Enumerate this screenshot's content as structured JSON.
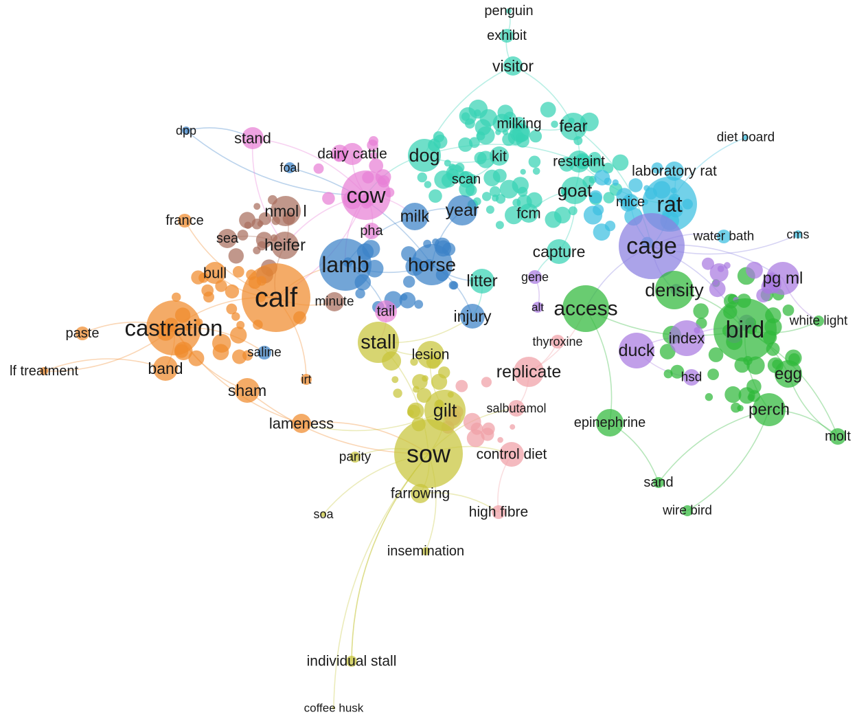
{
  "clusters": {
    "orange": "#f08a2c",
    "brown": "#a96f5e",
    "blue": "#3b82c8",
    "pink": "#e77fd6",
    "teal": "#37d2b4",
    "cyan": "#3bbfe0",
    "yellow": "#c7c53a",
    "green": "#2fb83a",
    "purple": "#a97ae0",
    "salmon": "#f0a0a6",
    "violet": "#8a80e0"
  },
  "terms": [
    {
      "id": "penguin",
      "label": "penguin",
      "cluster": "teal",
      "weight": 1
    },
    {
      "id": "exhibit",
      "label": "exhibit",
      "cluster": "teal",
      "weight": 1
    },
    {
      "id": "visitor",
      "label": "visitor",
      "cluster": "teal",
      "weight": 2
    },
    {
      "id": "dpp",
      "label": "dpp",
      "cluster": "blue",
      "weight": 1
    },
    {
      "id": "stand",
      "label": "stand",
      "cluster": "pink",
      "weight": 2
    },
    {
      "id": "milking",
      "label": "milking",
      "cluster": "teal",
      "weight": 2
    },
    {
      "id": "fear",
      "label": "fear",
      "cluster": "teal",
      "weight": 3
    },
    {
      "id": "diet-board",
      "label": "diet board",
      "cluster": "cyan",
      "weight": 1
    },
    {
      "id": "dairy-cattle",
      "label": "dairy cattle",
      "cluster": "pink",
      "weight": 2
    },
    {
      "id": "dog",
      "label": "dog",
      "cluster": "teal",
      "weight": 4
    },
    {
      "id": "kit",
      "label": "kit",
      "cluster": "teal",
      "weight": 2
    },
    {
      "id": "restraint",
      "label": "restraint",
      "cluster": "teal",
      "weight": 2
    },
    {
      "id": "foal",
      "label": "foal",
      "cluster": "blue",
      "weight": 1
    },
    {
      "id": "laboratory-rat",
      "label": "laboratory rat",
      "cluster": "cyan",
      "weight": 2
    },
    {
      "id": "scan",
      "label": "scan",
      "cluster": "teal",
      "weight": 2
    },
    {
      "id": "cow",
      "label": "cow",
      "cluster": "pink",
      "weight": 6
    },
    {
      "id": "goat",
      "label": "goat",
      "cluster": "teal",
      "weight": 3
    },
    {
      "id": "mice",
      "label": "mice",
      "cluster": "cyan",
      "weight": 2
    },
    {
      "id": "rat",
      "label": "rat",
      "cluster": "cyan",
      "weight": 5
    },
    {
      "id": "nmol-l",
      "label": "nmol l",
      "cluster": "brown",
      "weight": 3
    },
    {
      "id": "france",
      "label": "france",
      "cluster": "orange",
      "weight": 1
    },
    {
      "id": "year",
      "label": "year",
      "cluster": "blue",
      "weight": 3
    },
    {
      "id": "milk",
      "label": "milk",
      "cluster": "blue",
      "weight": 3
    },
    {
      "id": "fcm",
      "label": "fcm",
      "cluster": "teal",
      "weight": 2
    },
    {
      "id": "pha",
      "label": "pha",
      "cluster": "pink",
      "weight": 1
    },
    {
      "id": "sea",
      "label": "sea",
      "cluster": "brown",
      "weight": 1
    },
    {
      "id": "water-bath",
      "label": "water bath",
      "cluster": "cyan",
      "weight": 1
    },
    {
      "id": "cms",
      "label": "cms",
      "cluster": "cyan",
      "weight": 1
    },
    {
      "id": "cage",
      "label": "cage",
      "cluster": "violet",
      "weight": 7
    },
    {
      "id": "heifer",
      "label": "heifer",
      "cluster": "brown",
      "weight": 3
    },
    {
      "id": "capture",
      "label": "capture",
      "cluster": "teal",
      "weight": 2
    },
    {
      "id": "lamb",
      "label": "lamb",
      "cluster": "blue",
      "weight": 6
    },
    {
      "id": "horse",
      "label": "horse",
      "cluster": "blue",
      "weight": 4
    },
    {
      "id": "bull",
      "label": "bull",
      "cluster": "orange",
      "weight": 2
    },
    {
      "id": "gene",
      "label": "gene",
      "cluster": "purple",
      "weight": 1
    },
    {
      "id": "pg-ml",
      "label": "pg ml",
      "cluster": "purple",
      "weight": 2
    },
    {
      "id": "litter",
      "label": "litter",
      "cluster": "teal",
      "weight": 3
    },
    {
      "id": "density",
      "label": "density",
      "cluster": "green",
      "weight": 4
    },
    {
      "id": "calf",
      "label": "calf",
      "cluster": "orange",
      "weight": 8
    },
    {
      "id": "minute",
      "label": "minute",
      "cluster": "brown",
      "weight": 2
    },
    {
      "id": "alt",
      "label": "alt",
      "cluster": "purple",
      "weight": 1
    },
    {
      "id": "access",
      "label": "access",
      "cluster": "green",
      "weight": 5
    },
    {
      "id": "white-light",
      "label": "white light",
      "cluster": "green",
      "weight": 1
    },
    {
      "id": "tail",
      "label": "tail",
      "cluster": "pink",
      "weight": 2
    },
    {
      "id": "injury",
      "label": "injury",
      "cluster": "blue",
      "weight": 3
    },
    {
      "id": "bird",
      "label": "bird",
      "cluster": "green",
      "weight": 8
    },
    {
      "id": "castration",
      "label": "castration",
      "cluster": "orange",
      "weight": 6
    },
    {
      "id": "paste",
      "label": "paste",
      "cluster": "orange",
      "weight": 1
    },
    {
      "id": "index",
      "label": "index",
      "cluster": "purple",
      "weight": 3
    },
    {
      "id": "thyroxine",
      "label": "thyroxine",
      "cluster": "salmon",
      "weight": 1
    },
    {
      "id": "stall",
      "label": "stall",
      "cluster": "yellow",
      "weight": 5
    },
    {
      "id": "saline",
      "label": "saline",
      "cluster": "blue",
      "weight": 1
    },
    {
      "id": "duck",
      "label": "duck",
      "cluster": "purple",
      "weight": 3
    },
    {
      "id": "lesion",
      "label": "lesion",
      "cluster": "yellow",
      "weight": 2
    },
    {
      "id": "lf-treatment",
      "label": "lf treatment",
      "cluster": "orange",
      "weight": 1
    },
    {
      "id": "band",
      "label": "band",
      "cluster": "orange",
      "weight": 2
    },
    {
      "id": "replicate",
      "label": "replicate",
      "cluster": "salmon",
      "weight": 3
    },
    {
      "id": "hsd",
      "label": "hsd",
      "cluster": "purple",
      "weight": 1
    },
    {
      "id": "egg",
      "label": "egg",
      "cluster": "green",
      "weight": 3
    },
    {
      "id": "irt",
      "label": "irt",
      "cluster": "orange",
      "weight": 1
    },
    {
      "id": "sham",
      "label": "sham",
      "cluster": "orange",
      "weight": 2
    },
    {
      "id": "gilt",
      "label": "gilt",
      "cluster": "yellow",
      "weight": 4
    },
    {
      "id": "salbutamol",
      "label": "salbutamol",
      "cluster": "salmon",
      "weight": 1
    },
    {
      "id": "perch",
      "label": "perch",
      "cluster": "green",
      "weight": 3
    },
    {
      "id": "lameness",
      "label": "lameness",
      "cluster": "orange",
      "weight": 2
    },
    {
      "id": "epinephrine",
      "label": "epinephrine",
      "cluster": "green",
      "weight": 2
    },
    {
      "id": "molt",
      "label": "molt",
      "cluster": "green",
      "weight": 2
    },
    {
      "id": "sow",
      "label": "sow",
      "cluster": "yellow",
      "weight": 8
    },
    {
      "id": "parity",
      "label": "parity",
      "cluster": "yellow",
      "weight": 1
    },
    {
      "id": "control-diet",
      "label": "control diet",
      "cluster": "salmon",
      "weight": 2
    },
    {
      "id": "sand",
      "label": "sand",
      "cluster": "green",
      "weight": 1
    },
    {
      "id": "farrowing",
      "label": "farrowing",
      "cluster": "yellow",
      "weight": 2
    },
    {
      "id": "soa",
      "label": "soa",
      "cluster": "yellow",
      "weight": 1
    },
    {
      "id": "high-fibre",
      "label": "high fibre",
      "cluster": "salmon",
      "weight": 2
    },
    {
      "id": "wire-bird",
      "label": "wire bird",
      "cluster": "green",
      "weight": 1
    },
    {
      "id": "insemination",
      "label": "insemination",
      "cluster": "yellow",
      "weight": 1
    },
    {
      "id": "individual-stall",
      "label": "individual stall",
      "cluster": "yellow",
      "weight": 1
    },
    {
      "id": "coffee-husk",
      "label": "coffee husk",
      "cluster": "yellow",
      "weight": 1
    }
  ],
  "links": [
    [
      "penguin",
      "exhibit"
    ],
    [
      "exhibit",
      "visitor"
    ],
    [
      "visitor",
      "fear"
    ],
    [
      "visitor",
      "dog"
    ],
    [
      "dpp",
      "stand"
    ],
    [
      "dpp",
      "cow"
    ],
    [
      "stand",
      "cow"
    ],
    [
      "stand",
      "heifer"
    ],
    [
      "foal",
      "horse"
    ],
    [
      "dairy-cattle",
      "cow"
    ],
    [
      "dog",
      "restraint"
    ],
    [
      "dog",
      "kit"
    ],
    [
      "kit",
      "scan"
    ],
    [
      "milking",
      "fear"
    ],
    [
      "fear",
      "goat"
    ],
    [
      "goat",
      "fcm"
    ],
    [
      "goat",
      "capture"
    ],
    [
      "restraint",
      "rat"
    ],
    [
      "laboratory-rat",
      "rat"
    ],
    [
      "mice",
      "cage"
    ],
    [
      "rat",
      "cage"
    ],
    [
      "cage",
      "density"
    ],
    [
      "cage",
      "water-bath"
    ],
    [
      "cage",
      "cms"
    ],
    [
      "cage",
      "pg-ml"
    ],
    [
      "cage",
      "access"
    ],
    [
      "cage",
      "bird"
    ],
    [
      "diet-board",
      "rat"
    ],
    [
      "density",
      "bird"
    ],
    [
      "access",
      "bird"
    ],
    [
      "bird",
      "egg"
    ],
    [
      "bird",
      "perch"
    ],
    [
      "bird",
      "molt"
    ],
    [
      "bird",
      "white-light"
    ],
    [
      "perch",
      "molt"
    ],
    [
      "perch",
      "sand"
    ],
    [
      "perch",
      "wire-bird"
    ],
    [
      "egg",
      "molt"
    ],
    [
      "duck",
      "index"
    ],
    [
      "duck",
      "hsd"
    ],
    [
      "index",
      "bird"
    ],
    [
      "epinephrine",
      "access"
    ],
    [
      "epinephrine",
      "sand"
    ],
    [
      "pg-ml",
      "white-light"
    ],
    [
      "cow",
      "milk"
    ],
    [
      "cow",
      "heifer"
    ],
    [
      "cow",
      "calf"
    ],
    [
      "cow",
      "lamb"
    ],
    [
      "milk",
      "year"
    ],
    [
      "year",
      "horse"
    ],
    [
      "nmol-l",
      "heifer"
    ],
    [
      "france",
      "calf"
    ],
    [
      "sea",
      "heifer"
    ],
    [
      "heifer",
      "calf"
    ],
    [
      "calf",
      "lamb"
    ],
    [
      "calf",
      "castration"
    ],
    [
      "calf",
      "bull"
    ],
    [
      "calf",
      "minute"
    ],
    [
      "castration",
      "band"
    ],
    [
      "castration",
      "paste"
    ],
    [
      "castration",
      "lf-treatment"
    ],
    [
      "castration",
      "sham"
    ],
    [
      "castration",
      "saline"
    ],
    [
      "castration",
      "lameness"
    ],
    [
      "calf",
      "irt"
    ],
    [
      "band",
      "lf-treatment"
    ],
    [
      "lamb",
      "tail"
    ],
    [
      "lamb",
      "horse"
    ],
    [
      "horse",
      "injury"
    ],
    [
      "horse",
      "litter"
    ],
    [
      "tail",
      "stall"
    ],
    [
      "stall",
      "lesion"
    ],
    [
      "stall",
      "sow"
    ],
    [
      "stall",
      "injury"
    ],
    [
      "gilt",
      "sow"
    ],
    [
      "sow",
      "parity"
    ],
    [
      "sow",
      "farrowing"
    ],
    [
      "sow",
      "soa"
    ],
    [
      "sow",
      "insemination"
    ],
    [
      "sow",
      "individual-stall"
    ],
    [
      "sow",
      "control-diet"
    ],
    [
      "control-diet",
      "high-fibre"
    ],
    [
      "sow",
      "salbutamol"
    ],
    [
      "replicate",
      "thyroxine"
    ],
    [
      "replicate",
      "salbutamol"
    ],
    [
      "replicate",
      "access"
    ],
    [
      "lameness",
      "sow"
    ],
    [
      "sham",
      "sow"
    ],
    [
      "gene",
      "alt"
    ],
    [
      "capture",
      "gene"
    ],
    [
      "litter",
      "injury"
    ],
    [
      "lesion",
      "gilt"
    ],
    [
      "lamb",
      "milk"
    ],
    [
      "pha",
      "cow"
    ],
    [
      "farrowing",
      "high-fibre"
    ],
    [
      "sow",
      "individual-stall"
    ],
    [
      "gilt",
      "lameness"
    ],
    [
      "dog",
      "cow"
    ],
    [
      "fear",
      "cage"
    ],
    [
      "sow",
      "coffee-husk"
    ]
  ]
}
